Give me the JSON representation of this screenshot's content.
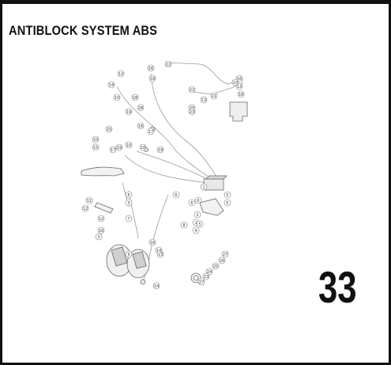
{
  "document": {
    "title": "ANTIBLOCK SYSTEM ABS",
    "page_number": "33"
  },
  "diagram": {
    "callouts": [
      "14",
      "12",
      "16",
      "22",
      "18",
      "10",
      "18",
      "28",
      "22",
      "13",
      "18",
      "10",
      "16",
      "23",
      "13",
      "21",
      "20",
      "19",
      "15",
      "16",
      "17",
      "10",
      "15",
      "19",
      "18",
      "19",
      "17",
      "10",
      "11",
      "1",
      "5",
      "5",
      "8",
      "6",
      "6",
      "3",
      "7",
      "6",
      "2",
      "12",
      "9",
      "8",
      "13",
      "12",
      "1",
      "4",
      "5",
      "16",
      "3",
      "16",
      "14",
      "27",
      "26",
      "25",
      "24",
      "23",
      "27",
      "14"
    ]
  }
}
